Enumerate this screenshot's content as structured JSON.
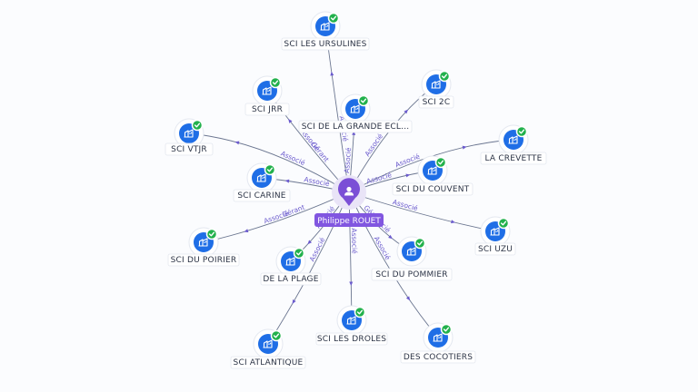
{
  "center": {
    "name": "Philippe ROUET",
    "icon": "person-icon"
  },
  "nodes": [
    {
      "id": "sci-les-ursulines",
      "label": "SCI LES URSULINES",
      "icon": "building-icon",
      "verified": true
    },
    {
      "id": "sci-jrr",
      "label": "SCI JRR",
      "icon": "building-icon",
      "verified": true
    },
    {
      "id": "sci-de-la-grande-ecl",
      "label": "SCI DE LA GRANDE ECL...",
      "icon": "building-icon",
      "verified": true
    },
    {
      "id": "sci-2c",
      "label": "SCI 2C",
      "icon": "building-icon",
      "verified": true
    },
    {
      "id": "sci-vtjr",
      "label": "SCI VTJR",
      "icon": "building-icon",
      "verified": true
    },
    {
      "id": "la-crevette",
      "label": "LA CREVETTE",
      "icon": "building-icon",
      "verified": true
    },
    {
      "id": "sci-carine",
      "label": "SCI CARINE",
      "icon": "building-icon",
      "verified": true
    },
    {
      "id": "sci-du-couvent",
      "label": "SCI DU COUVENT",
      "icon": "building-icon",
      "verified": true
    },
    {
      "id": "sci-du-poirier",
      "label": "SCI DU POIRIER",
      "icon": "building-icon",
      "verified": true
    },
    {
      "id": "sci-uzu",
      "label": "SCI UZU",
      "icon": "building-icon",
      "verified": true
    },
    {
      "id": "de-la-plage",
      "label": "DE LA PLAGE",
      "icon": "building-icon",
      "verified": true
    },
    {
      "id": "sci-du-pommier",
      "label": "SCI DU POMMIER",
      "icon": "building-icon",
      "verified": true
    },
    {
      "id": "sci-les-droles",
      "label": "SCI LES DROLES",
      "icon": "building-icon",
      "verified": true
    },
    {
      "id": "sci-atlantique",
      "label": "SCI ATLANTIQUE",
      "icon": "building-icon",
      "verified": true
    },
    {
      "id": "des-cocotiers",
      "label": "DES COCOTIERS",
      "icon": "building-icon",
      "verified": true
    }
  ],
  "edges": [
    {
      "target": "sci-les-ursulines",
      "labels": [
        "Associé"
      ]
    },
    {
      "target": "sci-jrr",
      "labels": [
        "Gérant",
        "Associé"
      ]
    },
    {
      "target": "sci-de-la-grande-ecl",
      "labels": [
        "Associé"
      ]
    },
    {
      "target": "sci-2c",
      "labels": [
        "Associé"
      ]
    },
    {
      "target": "sci-vtjr",
      "labels": [
        "Associé"
      ]
    },
    {
      "target": "la-crevette",
      "labels": [
        "Associé"
      ]
    },
    {
      "target": "sci-carine",
      "labels": [
        "Associé"
      ]
    },
    {
      "target": "sci-du-couvent",
      "labels": [
        "Associé"
      ]
    },
    {
      "target": "sci-du-poirier",
      "labels": [
        "Gérant",
        "Associé"
      ]
    },
    {
      "target": "sci-uzu",
      "labels": [
        "Associé"
      ]
    },
    {
      "target": "de-la-plage",
      "labels": [
        "Associé"
      ]
    },
    {
      "target": "sci-du-pommier",
      "labels": [
        "Gérant",
        "Associé"
      ]
    },
    {
      "target": "sci-les-droles",
      "labels": [
        "Associé"
      ]
    },
    {
      "target": "sci-atlantique",
      "labels": [
        "Associé"
      ]
    },
    {
      "target": "des-cocotiers",
      "labels": [
        "Associé"
      ]
    }
  ],
  "colors": {
    "company": "#1f6ee6",
    "verified": "#22b14c",
    "center": "#7b4fd6",
    "edge_label": "#6a5acd"
  }
}
